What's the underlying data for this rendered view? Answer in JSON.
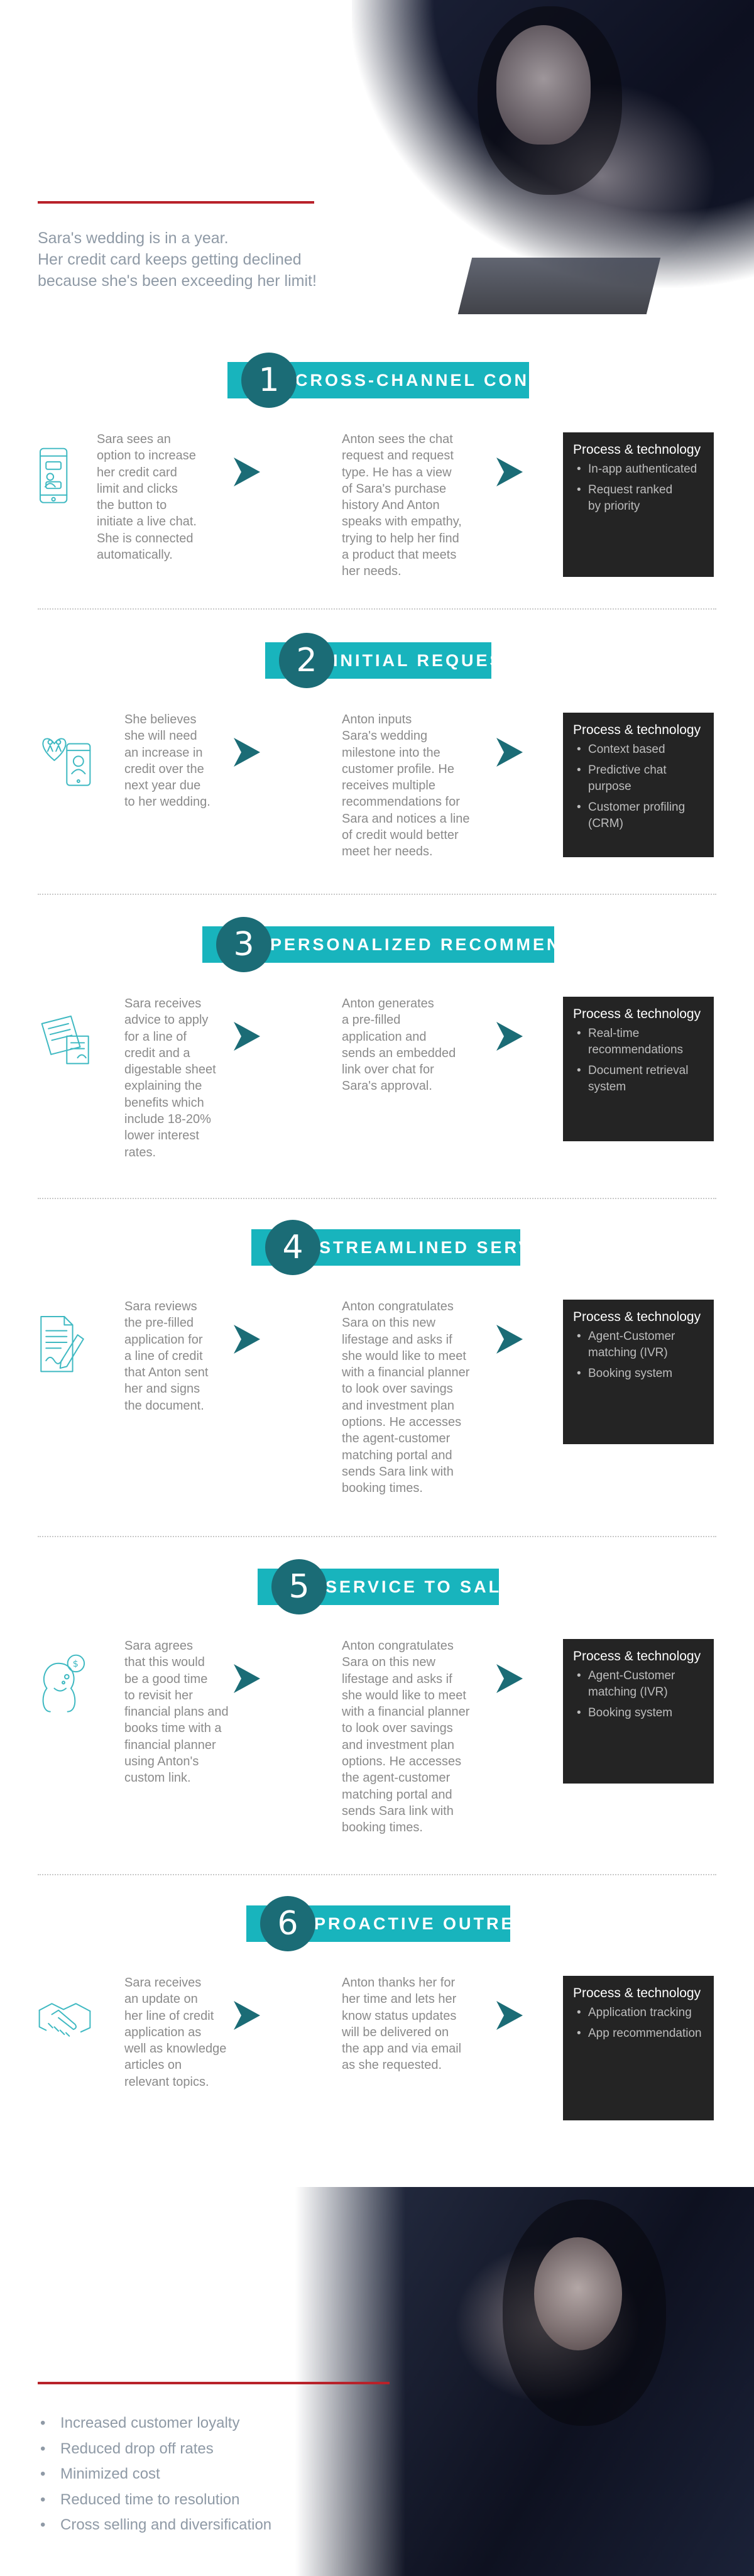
{
  "colors": {
    "accent_teal": "#18b4bd",
    "number_teal": "#1b6c76",
    "red_rule": "#b8222a",
    "dark_box": "#242424"
  },
  "hero": {
    "title_line1": "YE",
    "title_line2": "L CX",
    "intro": [
      "Sara's wedding is in a year.",
      "Her credit card keeps getting declined",
      "because she's been exceeding her limit!"
    ]
  },
  "process_heading": "Process & technology",
  "steps": [
    {
      "number": "1",
      "title": "CROSS-CHANNEL CONTACT",
      "icon": "phone-chat-icon",
      "customer": [
        "Sara sees an",
        "option to increase",
        "her credit card",
        "limit and clicks",
        "the button to",
        "initiate a live chat.",
        "She is connected",
        "automatically."
      ],
      "agent": [
        "Anton sees the chat",
        "request and request",
        "type. He has a view",
        "of Sara's purchase",
        "history And Anton",
        "speaks with empathy,",
        "trying to help her find",
        "a product that meets",
        "her needs."
      ],
      "technology": [
        [
          "In-app authenticated"
        ],
        [
          "Request ranked",
          "by priority"
        ]
      ]
    },
    {
      "number": "2",
      "title": "INITIAL REQUEST",
      "icon": "wedding-phone-icon",
      "customer": [
        "She believes",
        "she will need",
        "an increase in",
        "credit over the",
        "next year due",
        "to her wedding."
      ],
      "agent": [
        "Anton inputs",
        "Sara's wedding",
        "milestone into the",
        "customer profile. He",
        "receives multiple",
        "recommendations for",
        "Sara and notices a line",
        "of credit would better",
        "meet her needs."
      ],
      "technology": [
        [
          "Context based"
        ],
        [
          "Predictive chat",
          "purpose"
        ],
        [
          "Customer profiling",
          "(CRM)"
        ]
      ]
    },
    {
      "number": "3",
      "title": "PERSONALIZED RECOMMENDATION",
      "icon": "documents-icon",
      "customer": [
        "Sara receives",
        "advice to apply",
        "for a line of",
        "credit and a",
        "digestable sheet",
        "explaining the",
        "benefits which",
        "include 18-20%",
        "lower interest",
        "rates."
      ],
      "agent": [
        "Anton generates",
        "a pre-filled",
        "application and",
        "sends an embedded",
        "link over chat for",
        "Sara's approval."
      ],
      "technology": [
        [
          "Real-time",
          "recommendations"
        ],
        [
          "Document retrieval",
          "system"
        ]
      ]
    },
    {
      "number": "4",
      "title": "STREAMLINED SERVICING",
      "icon": "form-sign-icon",
      "customer": [
        "Sara reviews",
        "the pre-filled",
        "application for",
        "a line of credit",
        "that Anton sent",
        "her and signs",
        "the document."
      ],
      "agent": [
        "Anton congratulates",
        "Sara on this new",
        "lifestage and asks if",
        "she would like to meet",
        "with a financial planner",
        "to look over savings",
        "and investment plan",
        "options. He accesses",
        "the agent-customer",
        "matching portal and",
        "sends Sara link with",
        "booking times."
      ],
      "technology": [
        [
          "Agent-Customer",
          "matching (IVR)"
        ],
        [
          "Booking system"
        ]
      ]
    },
    {
      "number": "5",
      "title": "SERVICE TO SALES",
      "icon": "person-money-icon",
      "customer": [
        "Sara agrees",
        "that this would",
        "be a good time",
        "to revisit her",
        "financial plans and",
        "books time with a",
        "financial planner",
        "using Anton's",
        "custom link."
      ],
      "agent": [
        "Anton congratulates",
        "Sara on this new",
        "lifestage and asks if",
        "she would like to meet",
        "with a financial planner",
        "to look over savings",
        "and investment plan",
        "options. He accesses",
        "the agent-customer",
        "matching portal and",
        "sends Sara link with",
        "booking times."
      ],
      "technology": [
        [
          "Agent-Customer",
          "matching (IVR)"
        ],
        [
          "Booking system"
        ]
      ]
    },
    {
      "number": "6",
      "title": "PROACTIVE OUTREACH",
      "icon": "handshake-icon",
      "customer": [
        "Sara receives",
        "an update on",
        "her line of credit",
        "application as",
        "well as knowledge",
        "articles on",
        "relevant topics."
      ],
      "agent": [
        "Anton thanks her for",
        "her time and lets her",
        "know status updates",
        "will be delivered on",
        "the app and via email",
        "as she requested."
      ],
      "technology": [
        [
          "Application tracking"
        ],
        [
          "App recommendation"
        ]
      ]
    }
  ],
  "bottom": {
    "title": "ED CX",
    "benefits": [
      "Increased customer loyalty",
      "Reduced drop off rates",
      "Minimized cost",
      "Reduced time to resolution",
      "Cross selling and diversification"
    ]
  }
}
